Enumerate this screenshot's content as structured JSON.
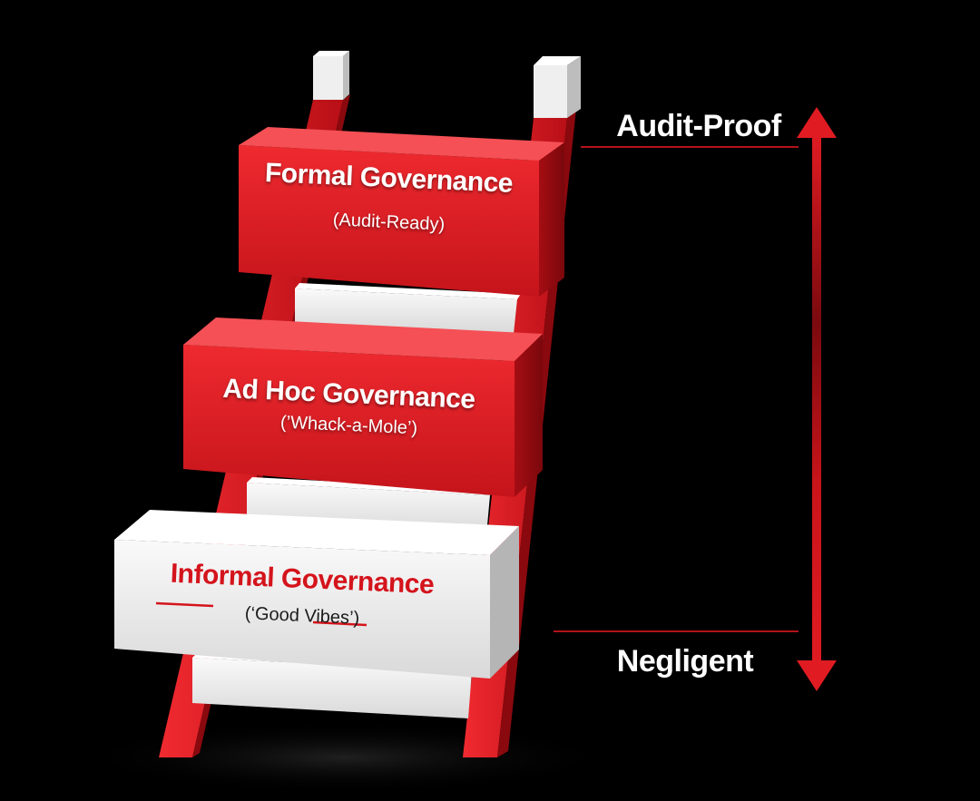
{
  "colors": {
    "accent": "#e11b22",
    "accent_dark": "#9e0c12",
    "white_block": "#f2f2f2",
    "background": "#000000"
  },
  "steps": [
    {
      "title": "Formal Governance",
      "subtitle": "(Audit-Ready)"
    },
    {
      "title": "Ad Hoc Governance",
      "subtitle": "(’Whack-a-Mole’)"
    },
    {
      "title": "Informal Governance",
      "subtitle": "(‘Good Vibes’)"
    }
  ],
  "scale": {
    "top_label": "Audit-Proof",
    "bottom_label": "Negligent"
  }
}
